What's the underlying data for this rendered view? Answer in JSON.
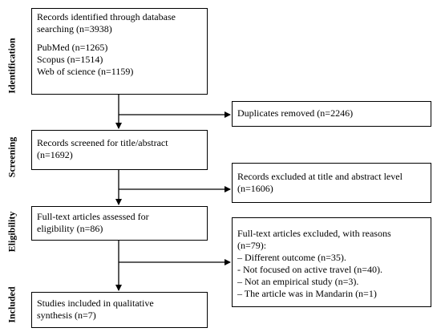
{
  "phases": {
    "identification": "Identification",
    "screening": "Screening",
    "eligibility": "Eligibility",
    "included": "Included"
  },
  "boxes": {
    "identified": {
      "line1": "Records identified through database",
      "line2": "searching (n=3938)",
      "line3": "PubMed (n=1265)",
      "line4": "Scopus (n=1514)",
      "line5": "Web of science (n=1159)"
    },
    "duplicates": {
      "line1": "Duplicates removed (n=2246)"
    },
    "screened": {
      "line1": "Records screened for title/abstract",
      "line2": "(n=1692)"
    },
    "excluded_title": {
      "line1": "Records excluded at title and abstract level",
      "line2": "(n=1606)"
    },
    "fulltext": {
      "line1": "Full-text articles assessed for",
      "line2": "eligibility (n=86)"
    },
    "fulltext_excluded": {
      "line1": "Full-text articles excluded, with reasons",
      "line2": "(n=79):",
      "line3": "– Different outcome (n=35).",
      "line4": "- Not focused on active travel (n=40).",
      "line5": "– Not an empirical study (n=3).",
      "line6": "– The article was in Mandarin (n=1)"
    },
    "included": {
      "line1": "Studies included in qualitative",
      "line2": "synthesis (n=7)"
    }
  }
}
